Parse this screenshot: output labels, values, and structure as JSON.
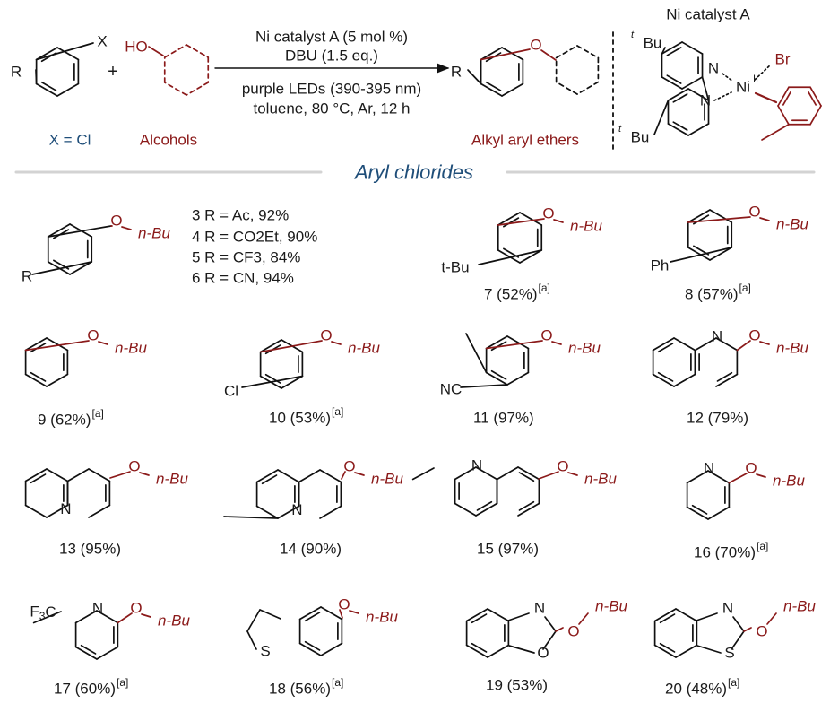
{
  "colors": {
    "text": "#1a1a1a",
    "blue": "#1f4e79",
    "red": "#8b1a1a",
    "bond": "#111111",
    "divider": "#d3d3d3"
  },
  "header": {
    "aryl_R": "R",
    "aryl_X": "X",
    "plus": "+",
    "HO": "HO",
    "x_label": "X = Cl",
    "alcohols_label": "Alcohols",
    "cond1": "Ni catalyst A (5 mol %)",
    "cond2": "DBU (1.5 eq.)",
    "cond3": "purple LEDs (390-395 nm)",
    "cond4": "toluene, 80 °C, Ar, 12 h",
    "product_R": "R",
    "product_O": "O",
    "ethers_label": "Alkyl aryl ethers",
    "catalyst_title": "Ni catalyst A",
    "cat_tBu_top": "Bu",
    "cat_tBu_bottom": "Bu",
    "cat_t": "t",
    "cat_N": "N",
    "cat_Ni": "Ni",
    "cat_Ni_ox": "II",
    "cat_Br": "Br"
  },
  "section_title": "Aryl chlorides",
  "compounds": {
    "c3to6": [
      "3 R = Ac, 92%",
      "4 R = CO2Et, 90%",
      "5 R = CF3, 84%",
      "6 R = CN, 94%"
    ],
    "c7": "7 (52%)",
    "c8": "8  (57%)",
    "c9": "9 (62%)",
    "c10": "10 (53%)",
    "c11": "11 (97%)",
    "c12": "12 (79%)",
    "c13": "13 (95%)",
    "c14": "14 (90%)",
    "c15": "15 (97%)",
    "c16": "16 (70%)",
    "c17": "17 (60%)",
    "c18": "18 (56%)",
    "c19": "19 (53%)",
    "c20": "20 (48%)",
    "note": "[a]"
  },
  "atoms": {
    "O": "O",
    "N": "N",
    "S": "S",
    "Cl": "Cl",
    "Ph": "Ph",
    "R": "R",
    "NC": "NC",
    "tBu": "t-Bu",
    "nBu": "n-Bu",
    "F3C": "F3C"
  }
}
